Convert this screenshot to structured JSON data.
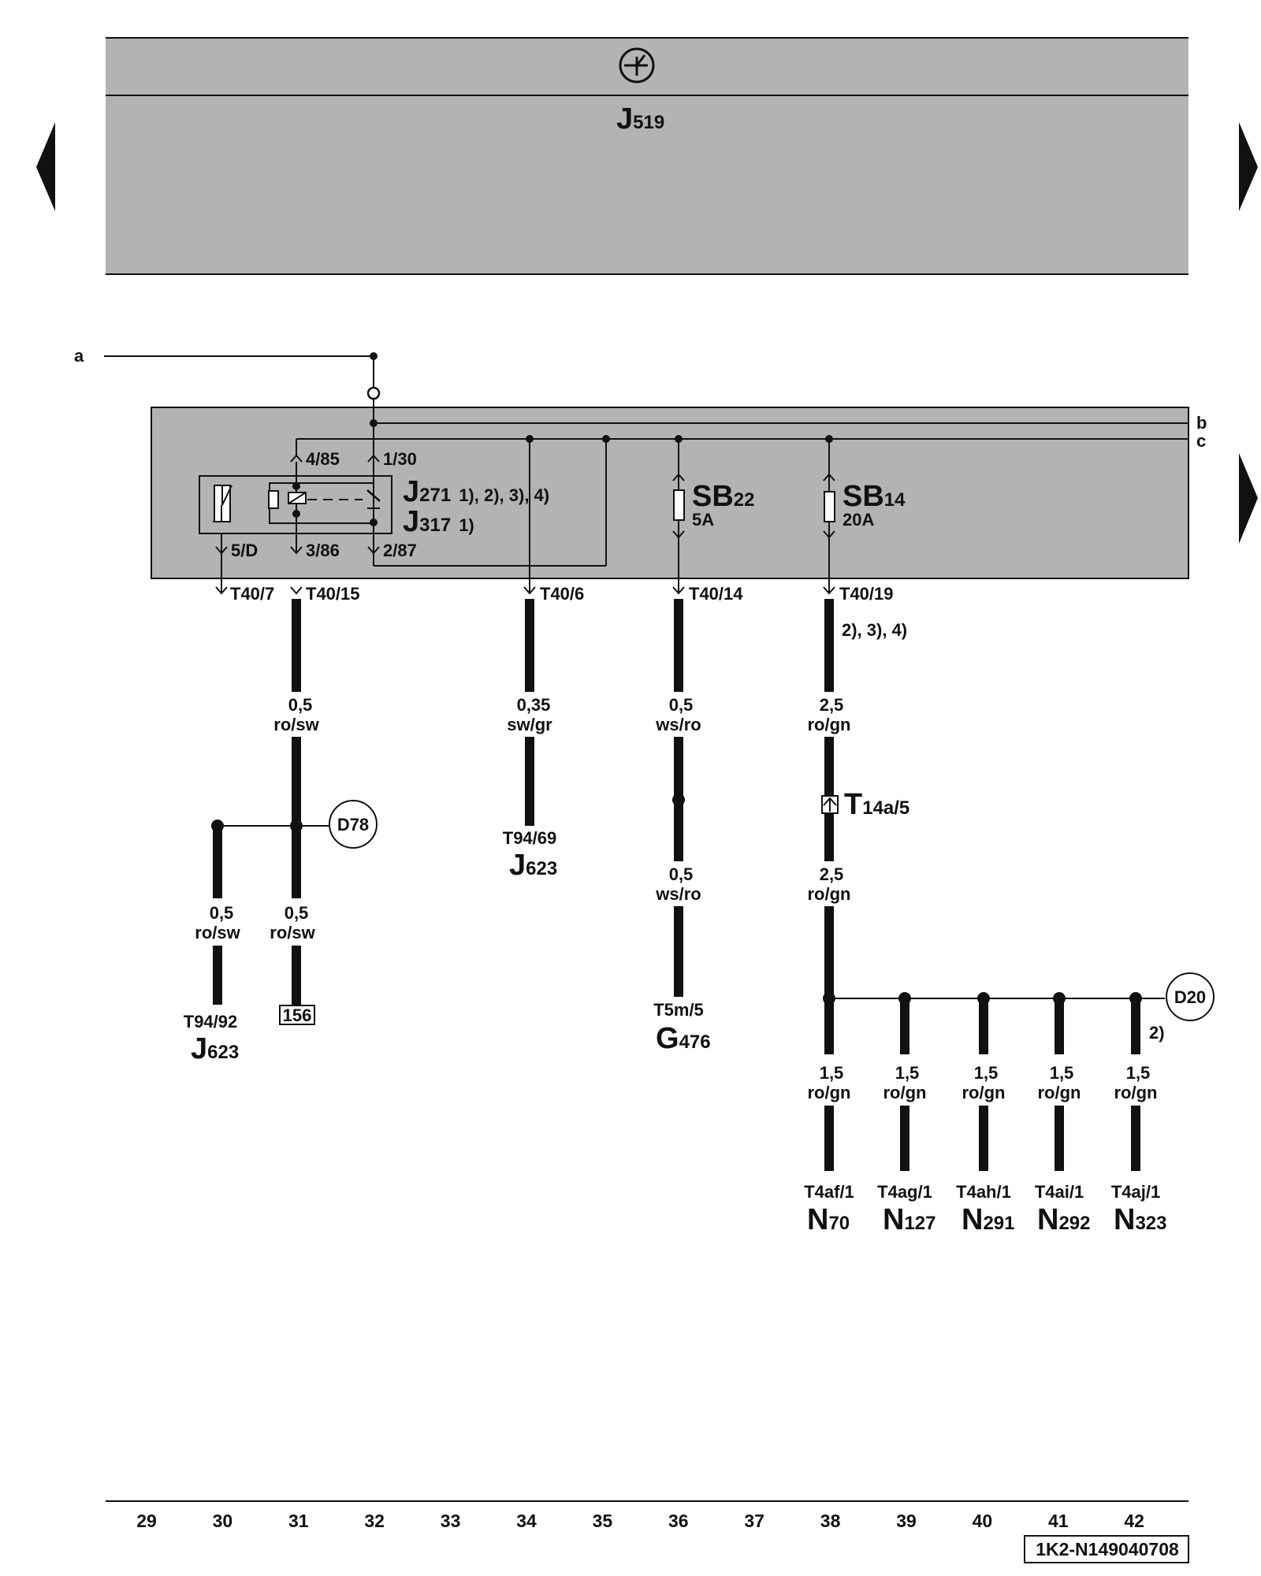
{
  "header": {
    "ground_symbol": "ground-wrench-icon",
    "unit_name": "J",
    "unit_sub": "519"
  },
  "lines": {
    "a": "a",
    "b": "b",
    "c": "c"
  },
  "relay": {
    "pin_4_85": "4/85",
    "pin_1_30": "1/30",
    "pin_5_D": "5/D",
    "pin_3_86": "3/86",
    "pin_2_87": "2/87",
    "name1": "J",
    "sub1": "271",
    "note1": "1), 2), 3), 4)",
    "name2": "J",
    "sub2": "317",
    "note2": "1)"
  },
  "fuses": [
    {
      "name": "SB",
      "sub": "22",
      "rating": "5A"
    },
    {
      "name": "SB",
      "sub": "14",
      "rating": "20A"
    }
  ],
  "connectors": {
    "t40_7": "T40/7",
    "t40_15": "T40/15",
    "t40_6": "T40/6",
    "t40_14": "T40/14",
    "t40_19": "T40/19",
    "t40_19_note": "2), 3), 4)"
  },
  "wires": {
    "w31_top": [
      "0,5",
      "ro/sw"
    ],
    "w30": [
      "0,5",
      "ro/sw"
    ],
    "w31_bot": [
      "0,5",
      "ro/sw"
    ],
    "w34": [
      "0,35",
      "sw/gr"
    ],
    "w36_top": [
      "0,5",
      "ws/ro"
    ],
    "w36_bot": [
      "0,5",
      "ws/ro"
    ],
    "w38_top": [
      "2,5",
      "ro/gn"
    ],
    "w38_mid": [
      "2,5",
      "ro/gn"
    ],
    "branches": [
      [
        "1,5",
        "ro/gn"
      ],
      [
        "1,5",
        "ro/gn"
      ],
      [
        "1,5",
        "ro/gn"
      ],
      [
        "1,5",
        "ro/gn"
      ],
      [
        "1,5",
        "ro/gn"
      ]
    ]
  },
  "junctions": {
    "d78": "D78",
    "d20": "D20",
    "d20_note": "2)"
  },
  "plug_t14a": {
    "name": "T",
    "sub": "14a/5"
  },
  "endpoints": {
    "j623_a": {
      "pin": "T94/92",
      "name": "J",
      "sub": "623"
    },
    "ref156": "156",
    "j623_b": {
      "pin": "T94/69",
      "name": "J",
      "sub": "623"
    },
    "g476": {
      "pin": "T5m/5",
      "name": "G",
      "sub": "476"
    },
    "loads": [
      {
        "pin": "T4af/1",
        "name": "N",
        "sub": "70"
      },
      {
        "pin": "T4ag/1",
        "name": "N",
        "sub": "127"
      },
      {
        "pin": "T4ah/1",
        "name": "N",
        "sub": "291"
      },
      {
        "pin": "T4ai/1",
        "name": "N",
        "sub": "292"
      },
      {
        "pin": "T4aj/1",
        "name": "N",
        "sub": "323"
      }
    ]
  },
  "columns": [
    "29",
    "30",
    "31",
    "32",
    "33",
    "34",
    "35",
    "36",
    "37",
    "38",
    "39",
    "40",
    "41",
    "42"
  ],
  "doc_id": "1K2-N149040708"
}
